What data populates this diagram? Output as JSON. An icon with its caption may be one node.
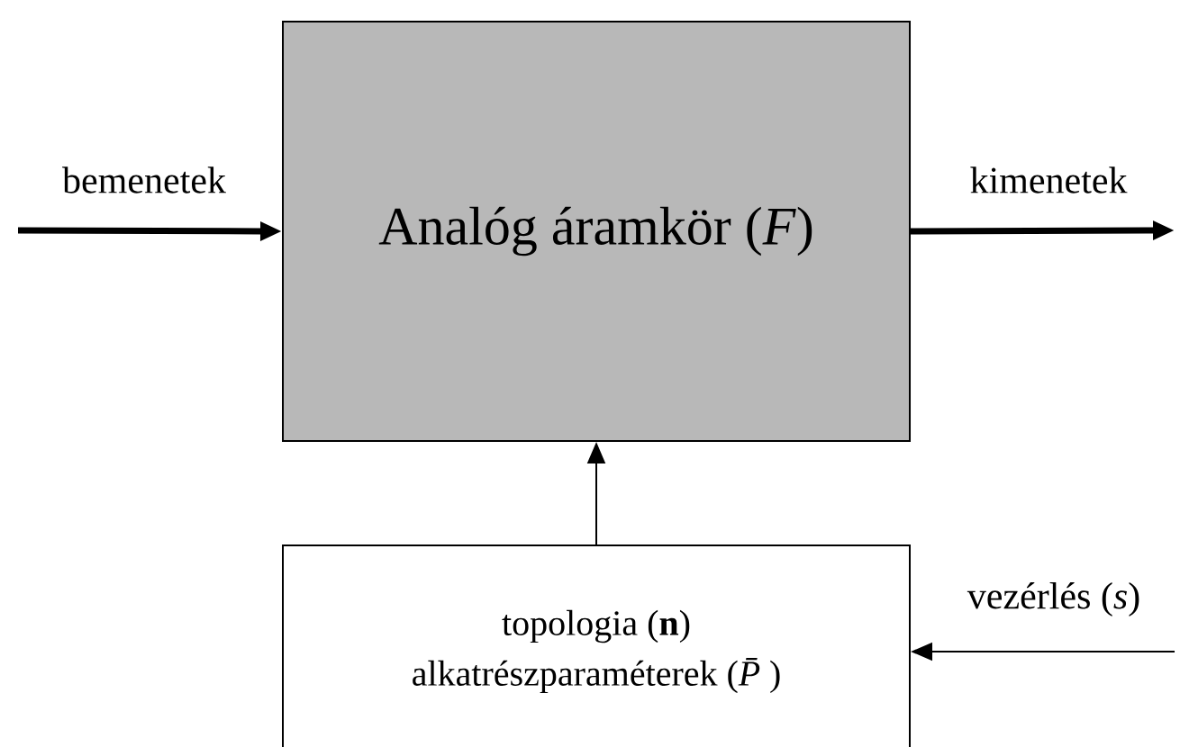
{
  "diagram": {
    "nodes": [
      {
        "text": [
          "Analóg áramkör (*F*)"
        ]
      },
      {
        "text": [
          "topologia (**n**)",
          "alkatrészparaméterek (*P̄*)"
        ]
      }
    ],
    "edges": [
      {
        "from": null,
        "to": 0,
        "arrow": "to",
        "label": "bemenetek",
        "style": "thick"
      },
      {
        "from": 0,
        "to": null,
        "arrow": "to",
        "label": "kimenetek",
        "style": "thick"
      },
      {
        "from": 1,
        "to": 0,
        "arrow": "to"
      },
      {
        "from": null,
        "to": 1,
        "arrow": "to",
        "label": "vezérlés (*s*)"
      }
    ]
  }
}
